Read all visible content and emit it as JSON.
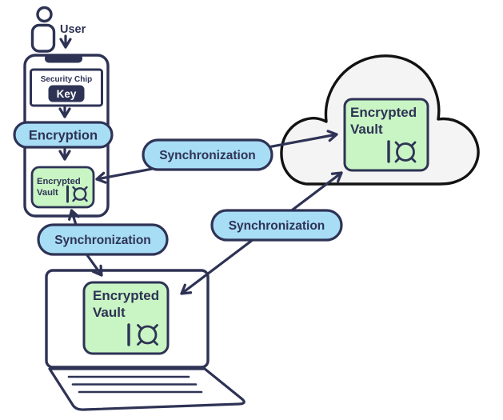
{
  "colors": {
    "navy": "#2e3355",
    "sync_pill_blue": "#a8ddf6",
    "vault_green": "#c9f4c4",
    "cloud_fill": "#f4f4f4",
    "cloud_outline": "#121212",
    "white": "#ffffff"
  },
  "user": {
    "label": "User"
  },
  "phone": {
    "security_chip_label": "Security Chip",
    "key_label": "Key",
    "encryption_label": "Encryption",
    "vault": {
      "line1": "Encrypted",
      "line2": "Vault"
    }
  },
  "cloud": {
    "vault": {
      "line1": "Encrypted",
      "line2": "Vault"
    }
  },
  "laptop": {
    "vault": {
      "line1": "Encrypted",
      "line2": "Vault"
    }
  },
  "sync": {
    "phone_cloud_label": "Synchronization",
    "phone_laptop_label": "Synchronization",
    "cloud_laptop_label": "Synchronization"
  }
}
